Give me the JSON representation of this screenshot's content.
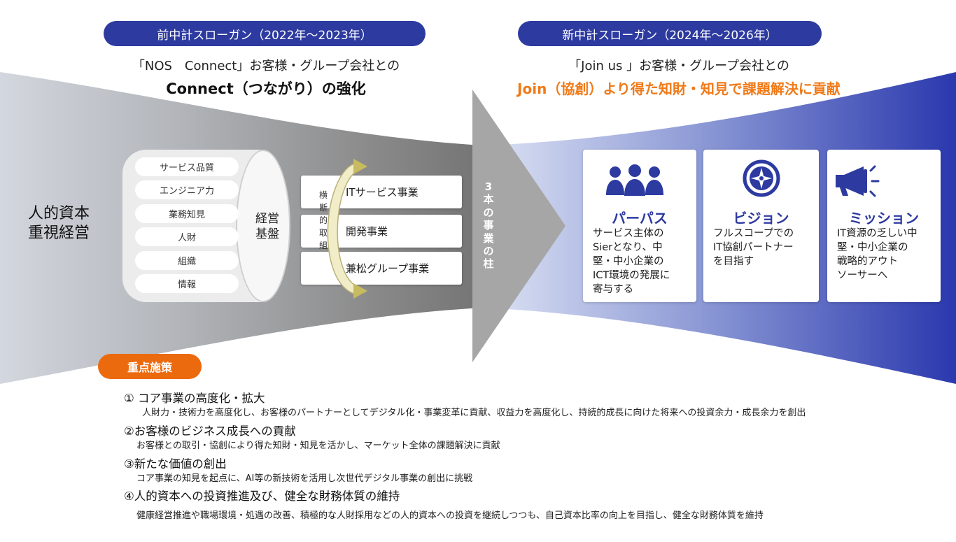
{
  "previous_plan": {
    "slogan_label": "前中計スローガン（2022年～2023年）",
    "line1": "「NOS　Connect」お客様・グループ会社との",
    "line2": "Connect（つながり）の強化"
  },
  "new_plan": {
    "slogan_label": "新中計スローガン（2024年～2026年）",
    "line1": "「Join us 」お客様・グループ会社との",
    "line2": "Join（協創）より得た知財・知見で課題解決に貢献"
  },
  "human_capital": {
    "line1": "人的資本",
    "line2": "重視経営"
  },
  "management_foundation": {
    "label_line1": "経営",
    "label_line2": "基盤",
    "items": [
      "サービス品質",
      "エンジニア力",
      "業務知見",
      "人財",
      "組織",
      "情報"
    ]
  },
  "cross_functional": {
    "chars": [
      "横",
      "断",
      "的",
      "取",
      "組"
    ]
  },
  "businesses": [
    "ITサービス事業",
    "開発事業",
    "兼松グループ事業"
  ],
  "three_pillars": {
    "chars": [
      "3",
      "本",
      "の",
      "事",
      "業",
      "の",
      "柱"
    ]
  },
  "cards": [
    {
      "icon": "people-icon",
      "title": "パーパス",
      "lines": [
        "サービス主体の",
        "Sierとなり、中",
        "堅・中小企業の",
        "ICT環境の発展に",
        "寄与する"
      ]
    },
    {
      "icon": "compass-icon",
      "title": "ビジョン",
      "lines": [
        "フルスコープでの",
        "IT協創パートナー",
        "を目指す"
      ]
    },
    {
      "icon": "megaphone-icon",
      "title": "ミッション",
      "lines": [
        "IT資源の乏しい中",
        "堅・中小企業の",
        "戦略的アウト",
        "ソーサーへ"
      ]
    }
  ],
  "focus_measures": {
    "badge": "重点施策",
    "items": [
      {
        "heading": "① コア事業の高度化・拡大",
        "detail": "人財力・技術力を高度化し、お客様のパートナーとしてデジタル化・事業変革に貢献、収益力を高度化し、持続的成長に向けた将来への投資余力・成長余力を創出"
      },
      {
        "heading": "②お客様のビジネス成長への貢献",
        "detail": "お客様との取引・協創により得た知財・知見を活かし、マーケット全体の課題解決に貢献"
      },
      {
        "heading": "③新たな価値の創出",
        "detail": "コア事業の知見を起点に、AI等の新技術を活用し次世代デジタル事業の創出に挑戦"
      },
      {
        "heading": "④人的資本への投資推進及び、健全な財務体質の維持",
        "detail": "健康経営推進や職場環境・処遇の改善、積極的な人財採用などの人的資本への投資を継続しつつも、自己資本比率の向上を目指し、健全な財務体質を維持"
      }
    ]
  },
  "colors": {
    "navy": "#2d3a9f",
    "orange": "#ec6a0e",
    "orange_text": "#f07a18",
    "arrow_gray": "#a6a6a6",
    "funnel_blue": "#2f3fb0"
  }
}
